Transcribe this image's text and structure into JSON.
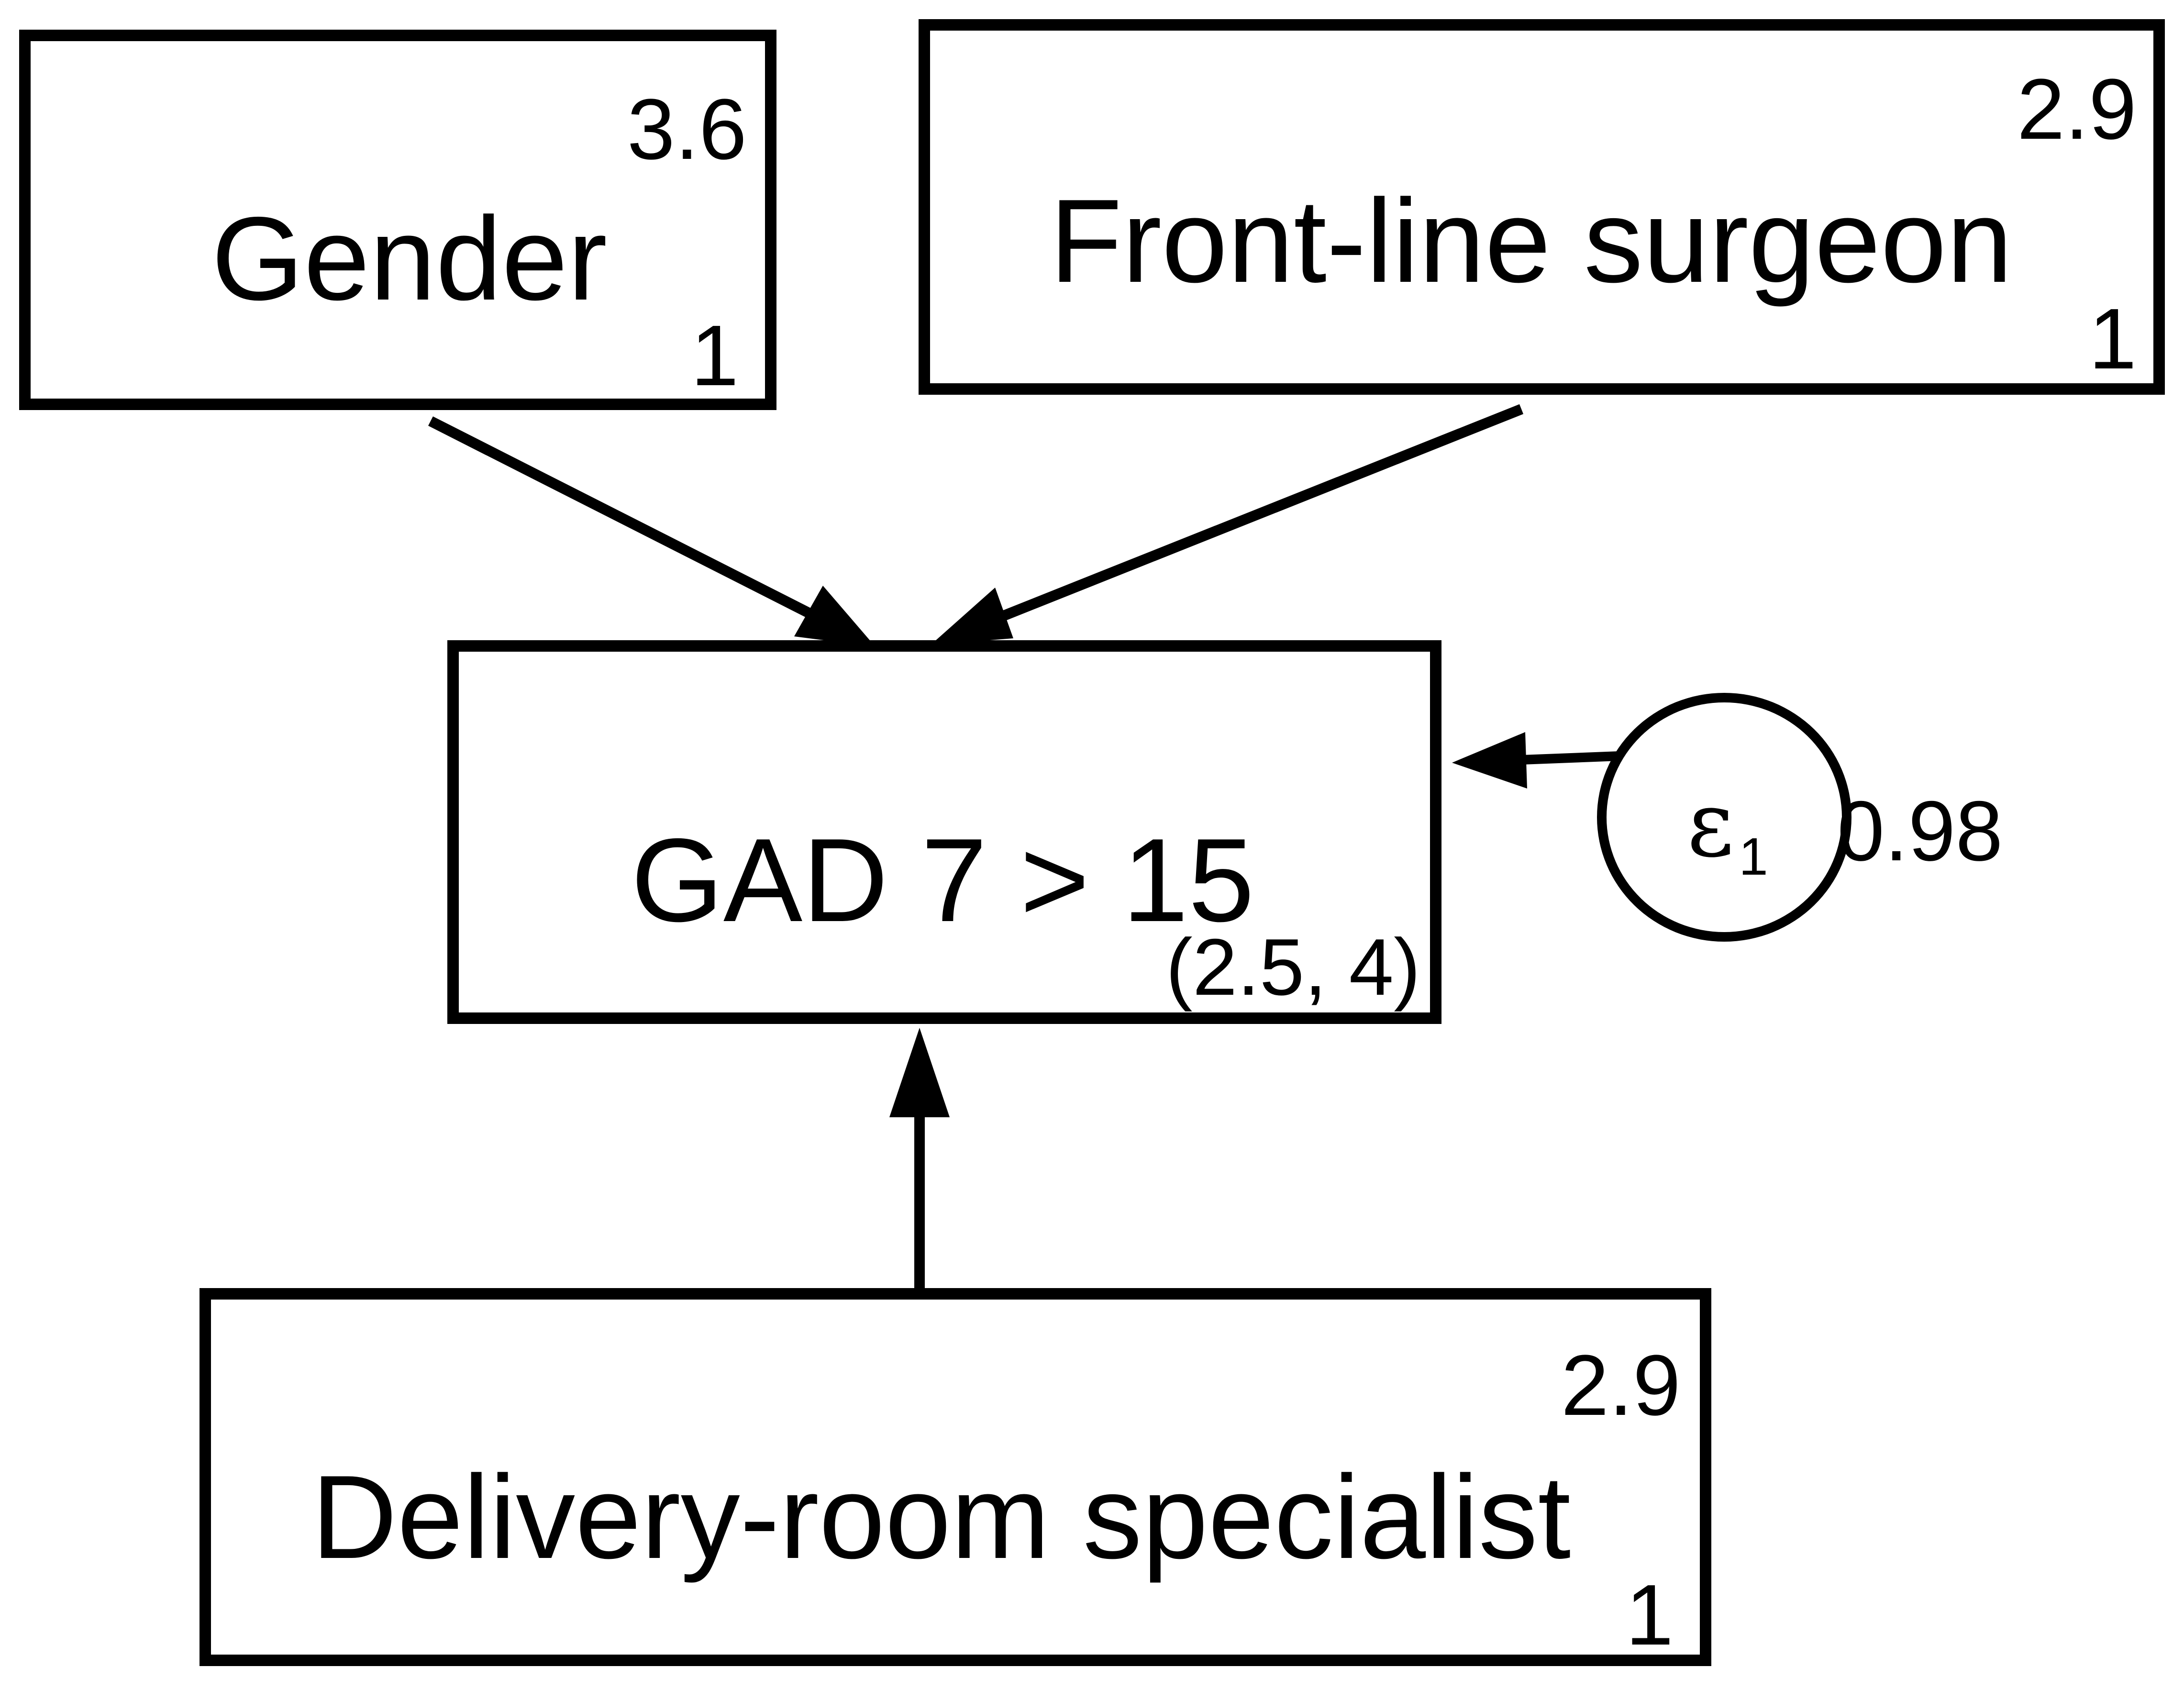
{
  "nodes": {
    "gender": {
      "label": "Gender",
      "top_value": "3.6",
      "bottom_value": "1"
    },
    "front_line_surgeon": {
      "label": "Front-line surgeon",
      "top_value": "2.9",
      "bottom_value": "1"
    },
    "gad7": {
      "label": "GAD 7 > 15",
      "interval": "(2.5, 4)"
    },
    "delivery_room_specialist": {
      "label": "Delivery-room specialist",
      "top_value": "2.9",
      "bottom_value": "1"
    }
  },
  "error_term": {
    "symbol": "ε",
    "subscript": "1",
    "variance": "0.98"
  },
  "edges": [
    {
      "from": "gender",
      "to": "gad7"
    },
    {
      "from": "front_line_surgeon",
      "to": "gad7"
    },
    {
      "from": "delivery_room_specialist",
      "to": "gad7"
    },
    {
      "from": "error_term",
      "to": "gad7"
    }
  ],
  "colors": {
    "stroke": "#000000",
    "background": "#ffffff"
  }
}
